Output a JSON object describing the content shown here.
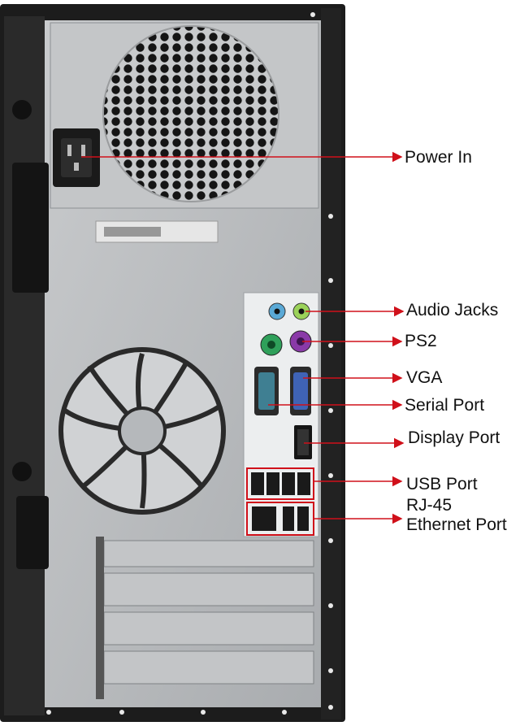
{
  "labels": {
    "power_in": "Power In",
    "audio_jacks": "Audio Jacks",
    "ps2": "PS2",
    "vga": "VGA",
    "serial_port": "Serial Port",
    "display_port": "Display Port",
    "usb_port": "USB Port",
    "rj45_line1": "RJ-45",
    "rj45_line2": "Ethernet Port"
  },
  "colors": {
    "leader_line": "#d0101a",
    "chassis": "#b9bcbf",
    "case_frame": "#1c1c1c",
    "audio_blue": "#5aa9d6",
    "audio_green": "#9bd25a",
    "ps2_green": "#2fa05a",
    "ps2_purple": "#8a3aa8",
    "vga_blue": "#3f63b5",
    "serial_teal": "#3f7f92"
  },
  "icons": [
    "power-socket-icon",
    "fan-grille-icon",
    "case-fan-icon",
    "audio-jack-icon",
    "ps2-port-icon",
    "vga-port-icon",
    "serial-port-icon",
    "display-port-icon",
    "usb-port-icon",
    "ethernet-port-icon",
    "expansion-slot-icon"
  ]
}
